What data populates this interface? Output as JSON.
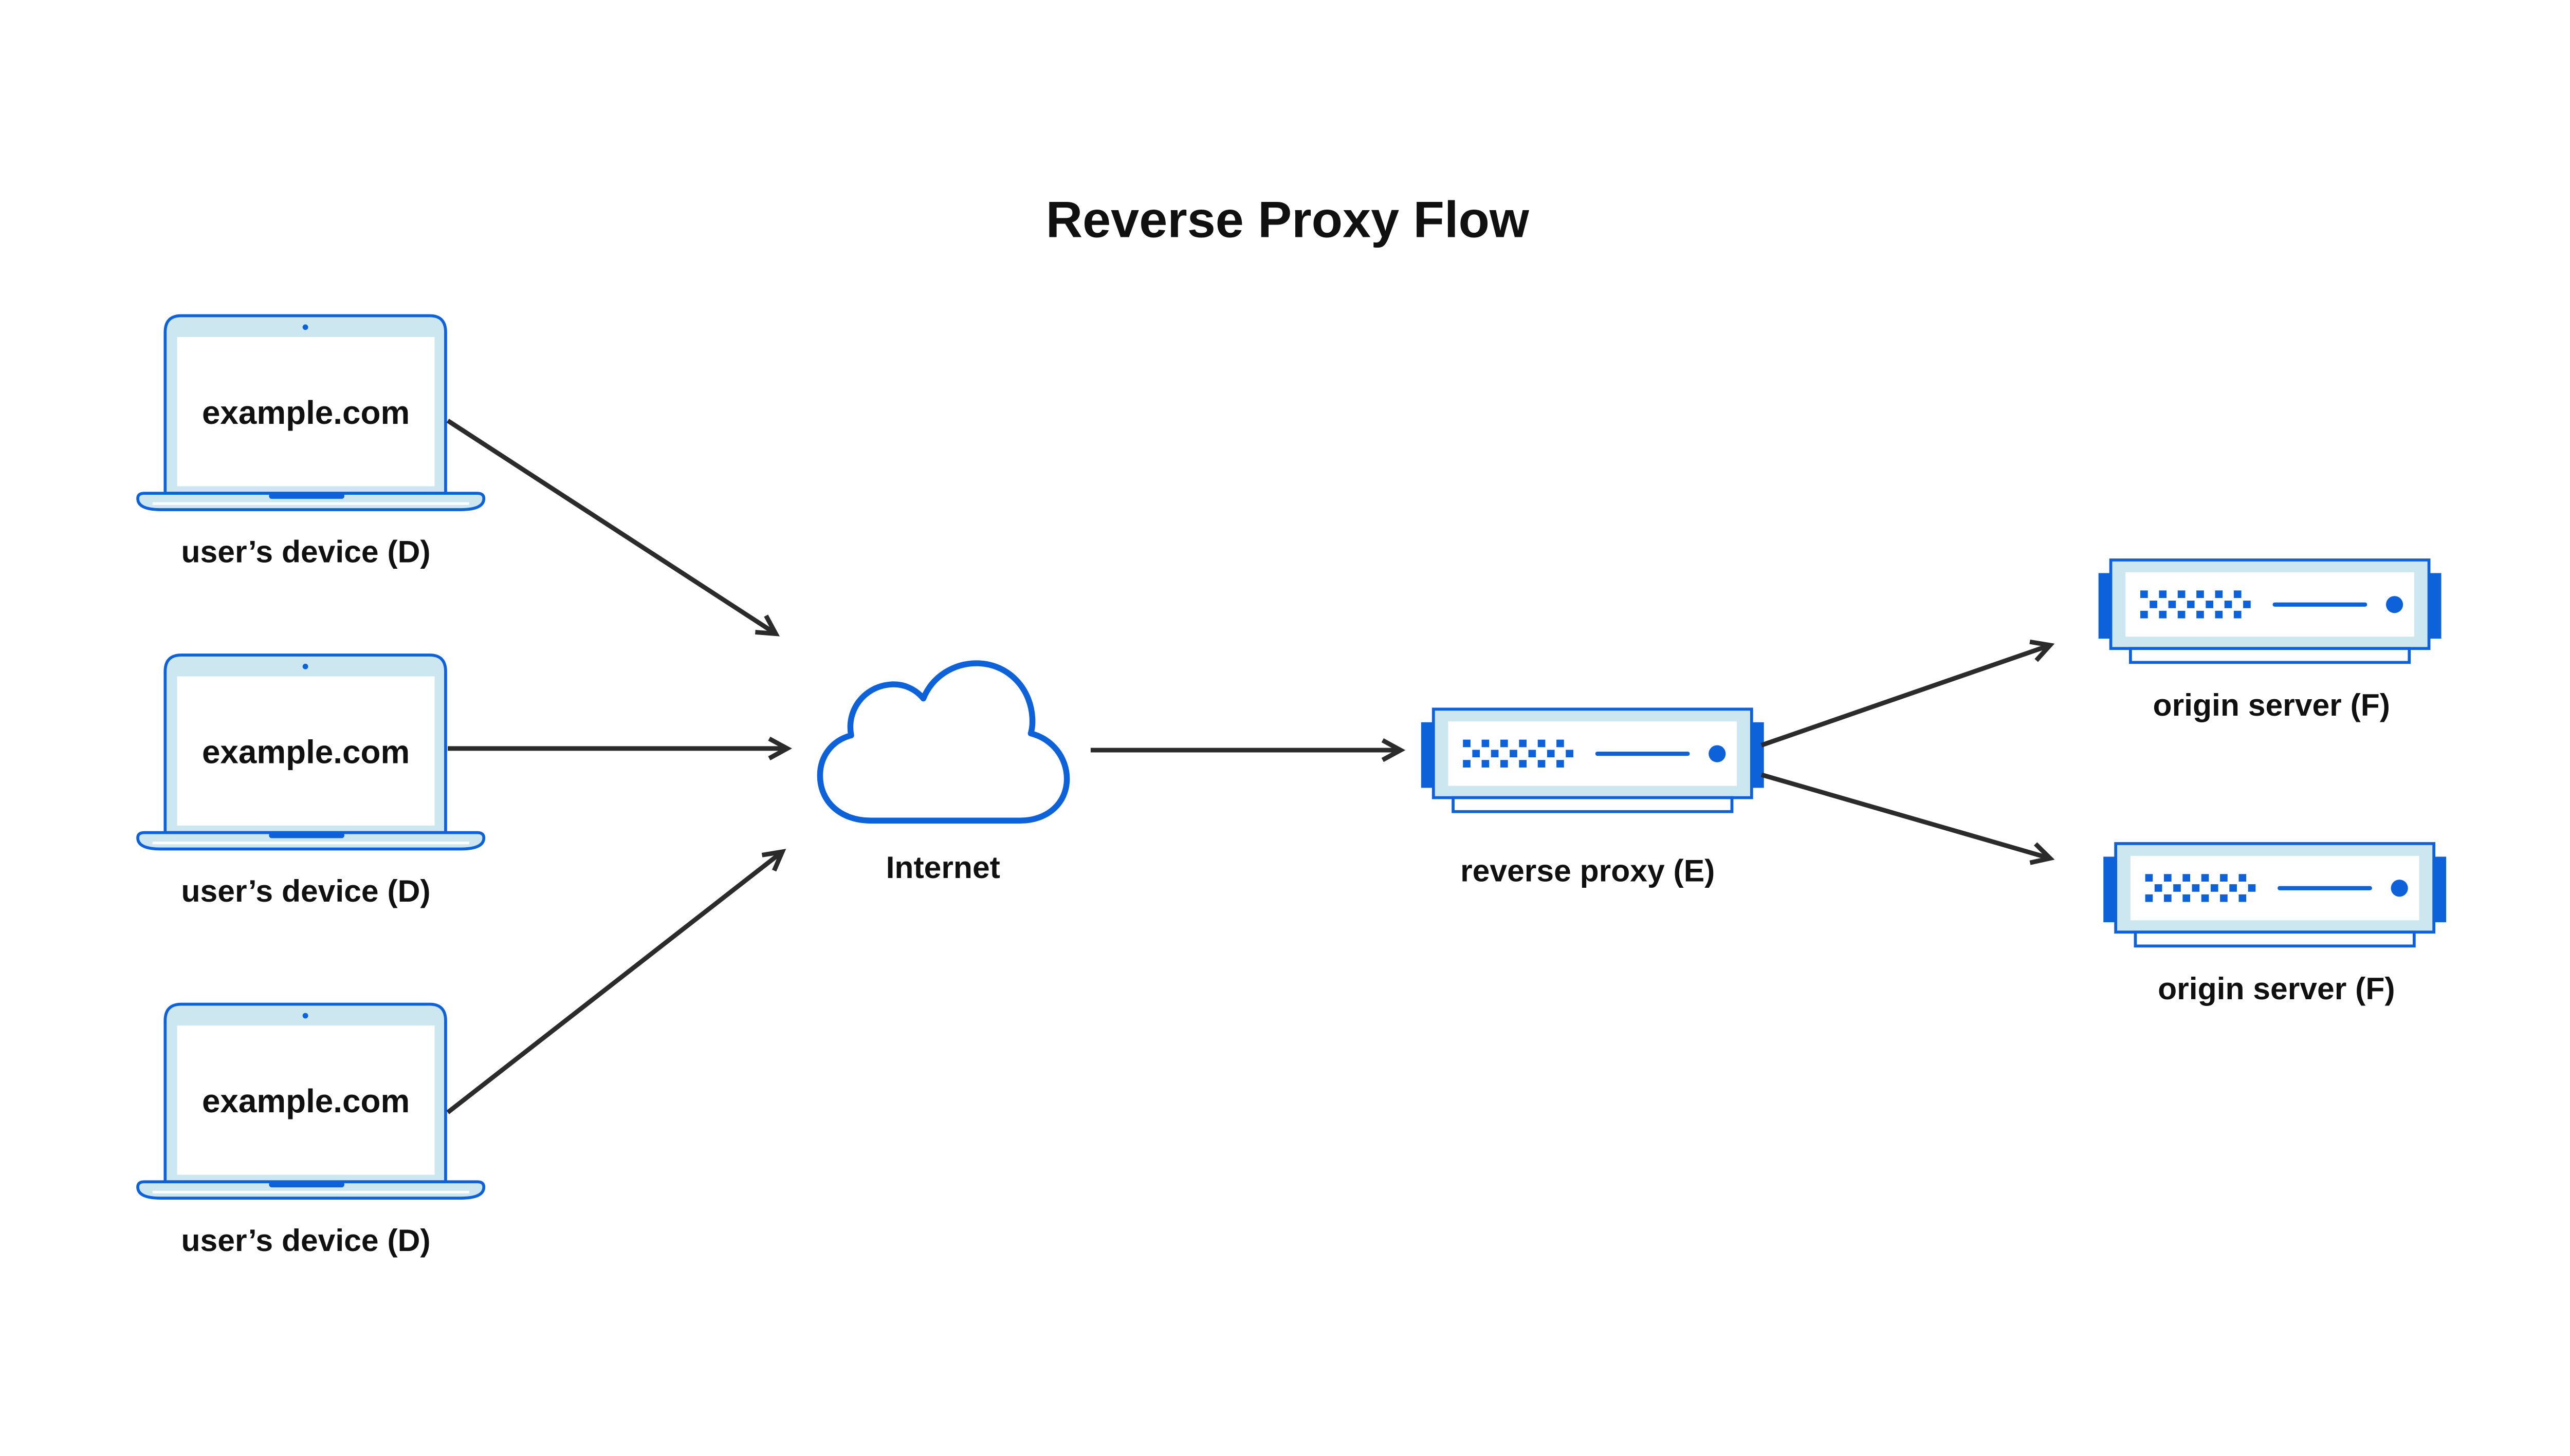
{
  "title": "Reverse Proxy Flow",
  "nodes": {
    "user_devices": [
      {
        "screen_text": "example.com",
        "label": "user’s device (D)"
      },
      {
        "screen_text": "example.com",
        "label": "user’s device (D)"
      },
      {
        "screen_text": "example.com",
        "label": "user’s device (D)"
      }
    ],
    "internet": {
      "label": "Internet"
    },
    "reverse_proxy": {
      "label": "reverse proxy (E)"
    },
    "origin_servers": [
      {
        "label": "origin server (F)"
      },
      {
        "label": "origin server (F)"
      }
    ]
  },
  "connections": [
    {
      "from": "user-device-1",
      "to": "internet"
    },
    {
      "from": "user-device-2",
      "to": "internet"
    },
    {
      "from": "user-device-3",
      "to": "internet"
    },
    {
      "from": "internet",
      "to": "reverse-proxy"
    },
    {
      "from": "reverse-proxy",
      "to": "origin-server-1"
    },
    {
      "from": "reverse-proxy",
      "to": "origin-server-2"
    }
  ],
  "colors": {
    "accent_blue": "#0d62d9",
    "light_blue": "#cde7f1",
    "arrow_dark": "#2b2b2b",
    "text_black": "#101010",
    "background": "#ffffff"
  }
}
